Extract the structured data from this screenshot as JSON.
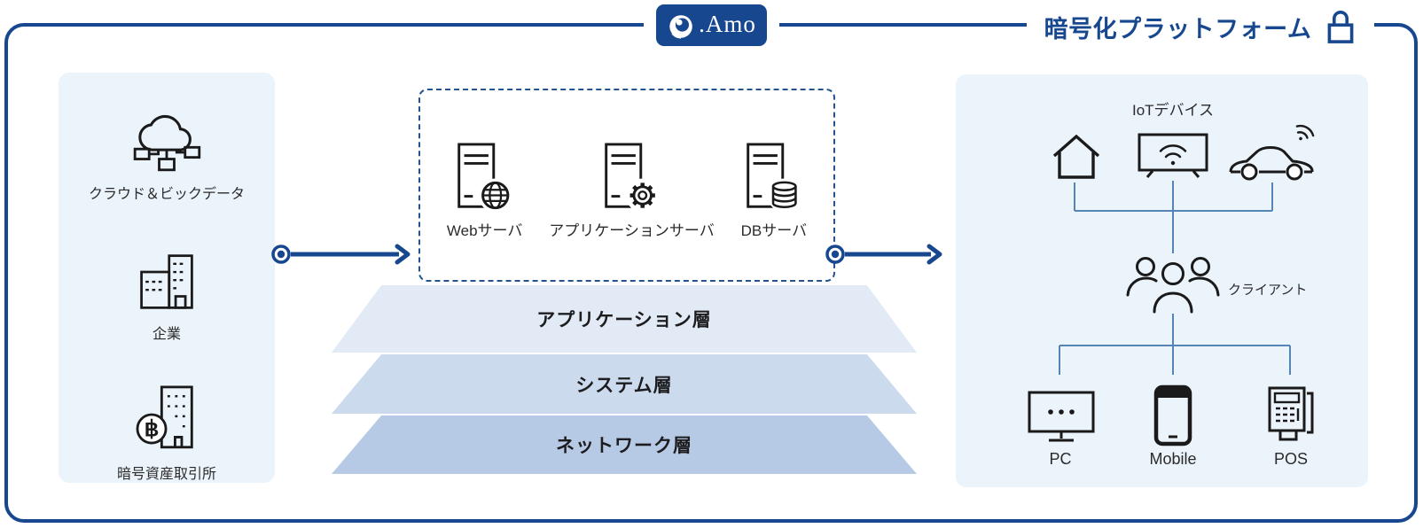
{
  "header": {
    "logo_text": ".Amo",
    "logo_icon": "amo-swirl-icon",
    "title": "暗号化プラットフォーム",
    "title_icon": "lock-icon"
  },
  "left_panel": {
    "items": [
      {
        "icon": "cloud-network-icon",
        "label": "クラウド＆ビックデータ"
      },
      {
        "icon": "buildings-icon",
        "label": "企業"
      },
      {
        "icon": "crypto-exchange-icon",
        "label": "暗号資産取引所"
      }
    ]
  },
  "server_box": {
    "servers": [
      {
        "icon": "web-server-icon",
        "label": "Webサーバ"
      },
      {
        "icon": "app-server-icon",
        "label": "アプリケーションサーバ"
      },
      {
        "icon": "db-server-icon",
        "label": "DBサーバ"
      }
    ]
  },
  "layers": [
    {
      "label": "アプリケーション層",
      "color": "#e2eaf6"
    },
    {
      "label": "システム層",
      "color": "#ccdaee"
    },
    {
      "label": "ネットワーク層",
      "color": "#b6c9e5"
    }
  ],
  "right_panel": {
    "iot_label": "IoTデバイス",
    "iot_icons": [
      "house-icon",
      "smart-tv-icon",
      "connected-car-icon"
    ],
    "clients_label": "クライアント",
    "clients_icon": "people-group-icon",
    "devices": [
      {
        "icon": "pc-icon",
        "label": "PC"
      },
      {
        "icon": "mobile-icon",
        "label": "Mobile"
      },
      {
        "icon": "pos-icon",
        "label": "POS"
      }
    ]
  },
  "colors": {
    "accent": "#17478e",
    "panel_bg": "#ebf3fb",
    "dashed_border": "#24548f",
    "connector_line": "#5585b5",
    "icon_stroke": "#1a1a1a"
  }
}
